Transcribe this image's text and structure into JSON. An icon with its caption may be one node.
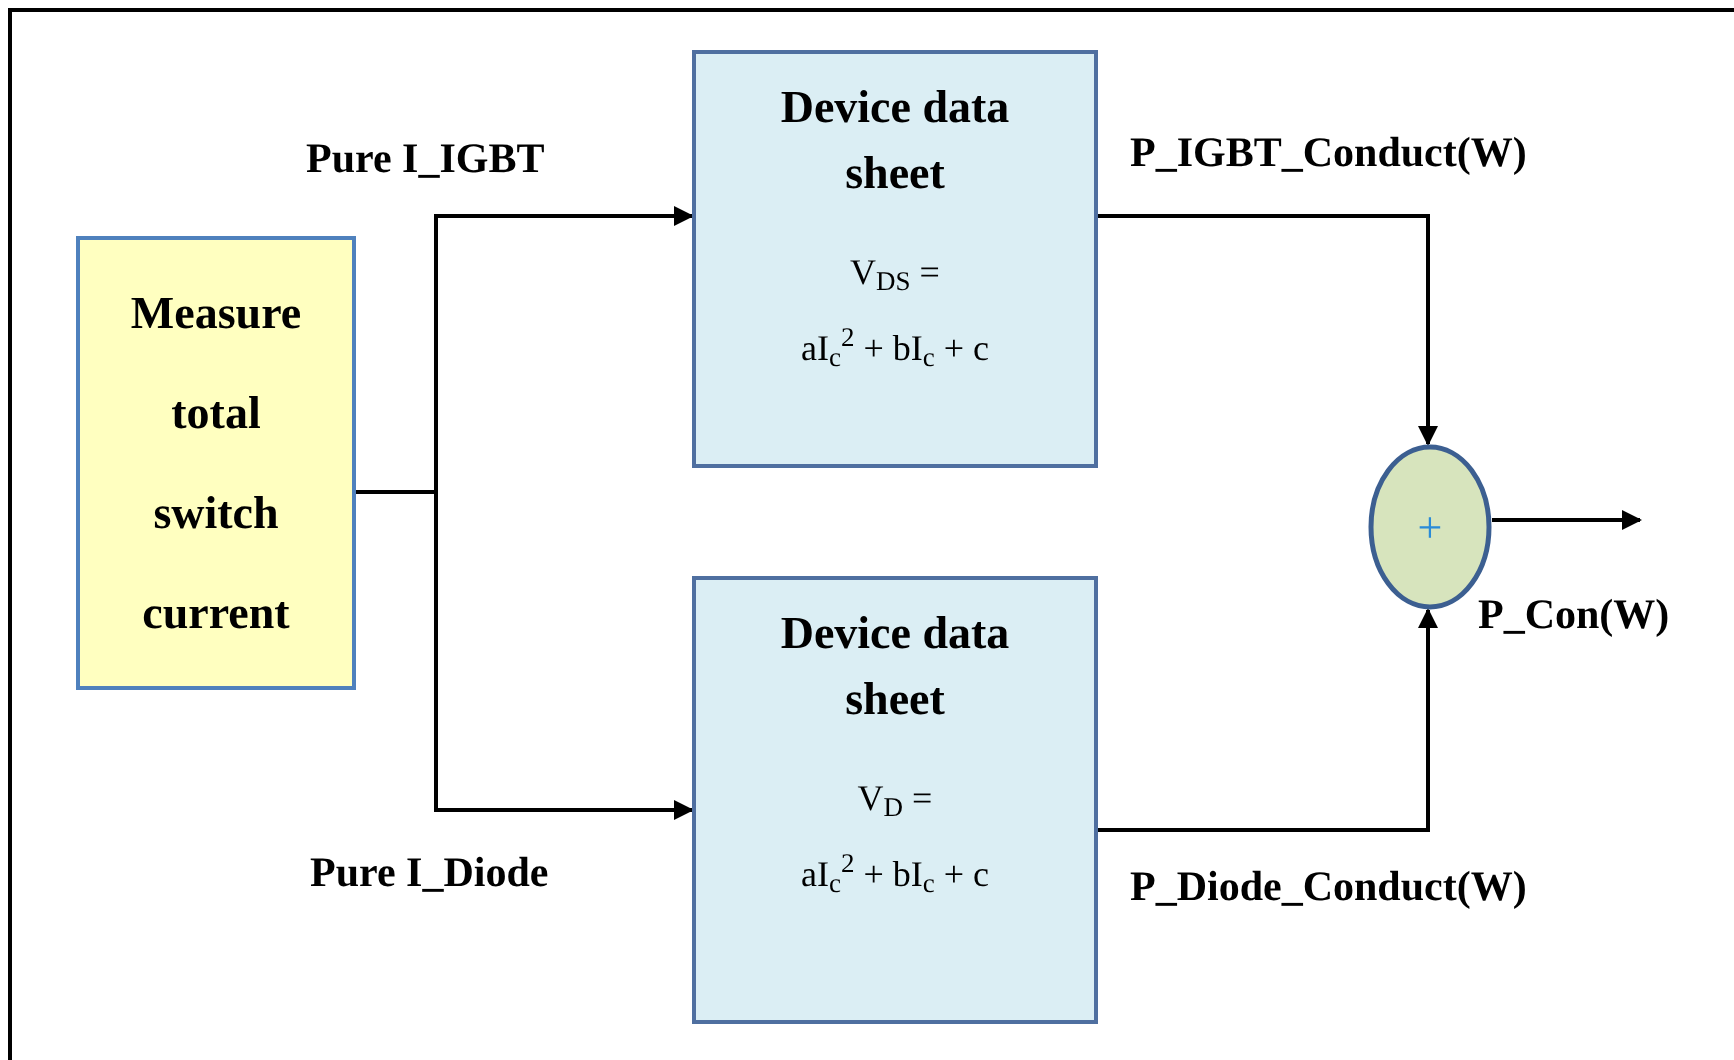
{
  "diagram": {
    "nodes": [
      {
        "text": [
          "Measure total switch current"
        ]
      },
      {
        "text": [
          "Device data sheet",
          "V$_{DS}$ =",
          "aI$_{c}$$^{2}$ + bI$_{c}$ + c"
        ]
      },
      {
        "text": [
          "Device data sheet",
          "V$_{D}$ =",
          "aI$_{c}$$^{2}$ + bI$_{c}$ + c"
        ]
      },
      {
        "text": [
          "+"
        ]
      }
    ],
    "edges": [
      {
        "from": 0,
        "to": 1,
        "arrow": "to",
        "label": "Pure I_IGBT"
      },
      {
        "from": 0,
        "to": 2,
        "arrow": "to",
        "label": "Pure I_Diode"
      },
      {
        "from": 1,
        "to": 3,
        "arrow": "to",
        "label": "P_IGBT_Conduct(W)"
      },
      {
        "from": 2,
        "to": 3,
        "arrow": "to",
        "label": "P_Diode_Conduct(W)"
      },
      {
        "from": 3,
        "to": null,
        "arrow": "to",
        "label": "P_Con(W)"
      }
    ]
  }
}
